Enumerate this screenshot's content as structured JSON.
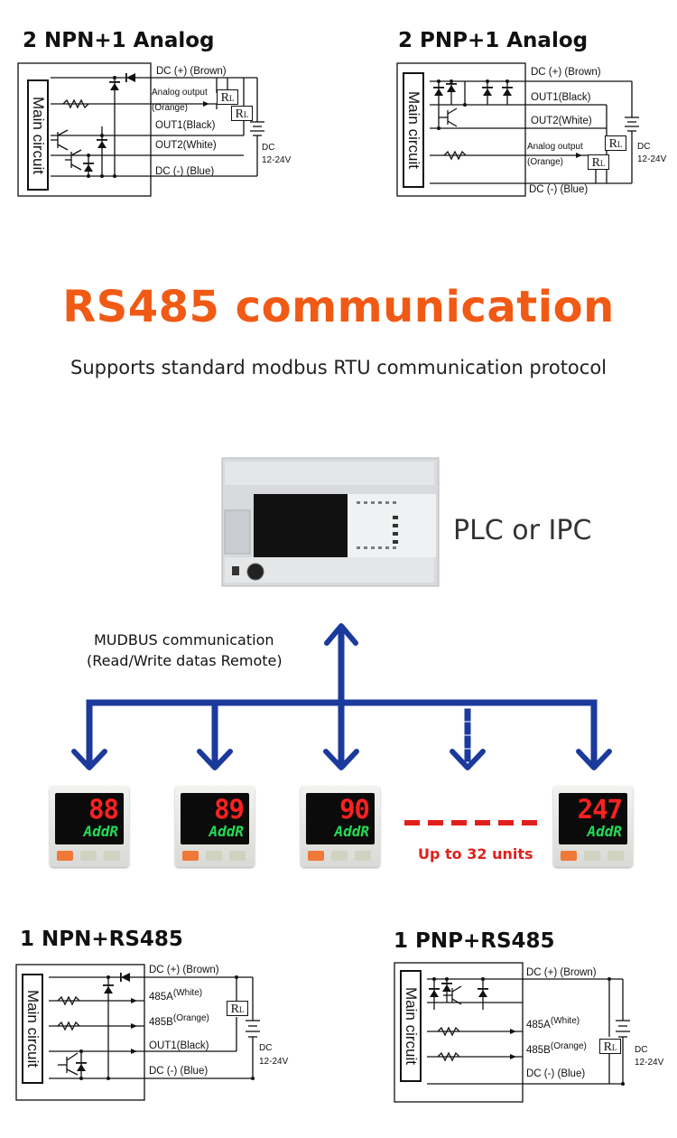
{
  "diagrams": {
    "npn_analog": {
      "title": "2 NPN+1 Analog",
      "main_circuit": "Main circuit",
      "dc_plus": "DC (+) (Brown)",
      "analog_output": "Analog output",
      "orange": "(Orange)",
      "out1": "OUT1(Black)",
      "out2": "OUT2(White)",
      "dc_minus": "DC (-) (Blue)",
      "dc": "DC",
      "voltage": "12-24V",
      "rl": "R",
      "rl_sub": "L"
    },
    "pnp_analog": {
      "title": "2 PNP+1 Analog",
      "main_circuit": "Main circuit",
      "dc_plus": "DC (+) (Brown)",
      "out1": "OUT1(Black)",
      "out2": "OUT2(White)",
      "analog_output": "Analog output",
      "orange": "(Orange)",
      "dc_minus": "DC (-) (Blue)",
      "dc": "DC",
      "voltage": "12-24V",
      "rl": "R",
      "rl_sub": "L"
    },
    "npn_rs485": {
      "title": "1 NPN+RS485",
      "main_circuit": "Main circuit",
      "dc_plus": "DC (+) (Brown)",
      "a485": "485A",
      "a485_color": "(White)",
      "b485": "485B",
      "b485_color": "(Orange)",
      "out1": "OUT1(Black)",
      "dc_minus": "DC (-) (Blue)",
      "dc": "DC",
      "voltage": "12-24V",
      "rl": "R",
      "rl_sub": "L"
    },
    "pnp_rs485": {
      "title": "1 PNP+RS485",
      "main_circuit": "Main circuit",
      "dc_plus": "DC (+) (Brown)",
      "a485": "485A",
      "a485_color": "(White)",
      "b485": "485B",
      "b485_color": "(Orange)",
      "dc_minus": "DC (-) (Blue)",
      "dc": "DC",
      "voltage": "12-24V",
      "rl": "R",
      "rl_sub": "L"
    }
  },
  "rs485": {
    "title": "RS485 communication",
    "subtitle": "Supports standard modbus RTU communication protocol",
    "plc_label": "PLC or IPC",
    "comm_line1": "MUDBUS communication",
    "comm_line2": "(Read/Write datas Remote)",
    "units_label": "Up to 32 units"
  },
  "devices": [
    {
      "number": "88",
      "label": "AddR"
    },
    {
      "number": "89",
      "label": "AddR"
    },
    {
      "number": "90",
      "label": "AddR"
    },
    {
      "number": "247",
      "label": "AddR"
    }
  ],
  "colors": {
    "accent_orange": "#f05a14",
    "bus_blue": "#1b3a9c",
    "units_red": "#e0201c",
    "led_red": "#ff2020",
    "led_green": "#22dd55"
  }
}
